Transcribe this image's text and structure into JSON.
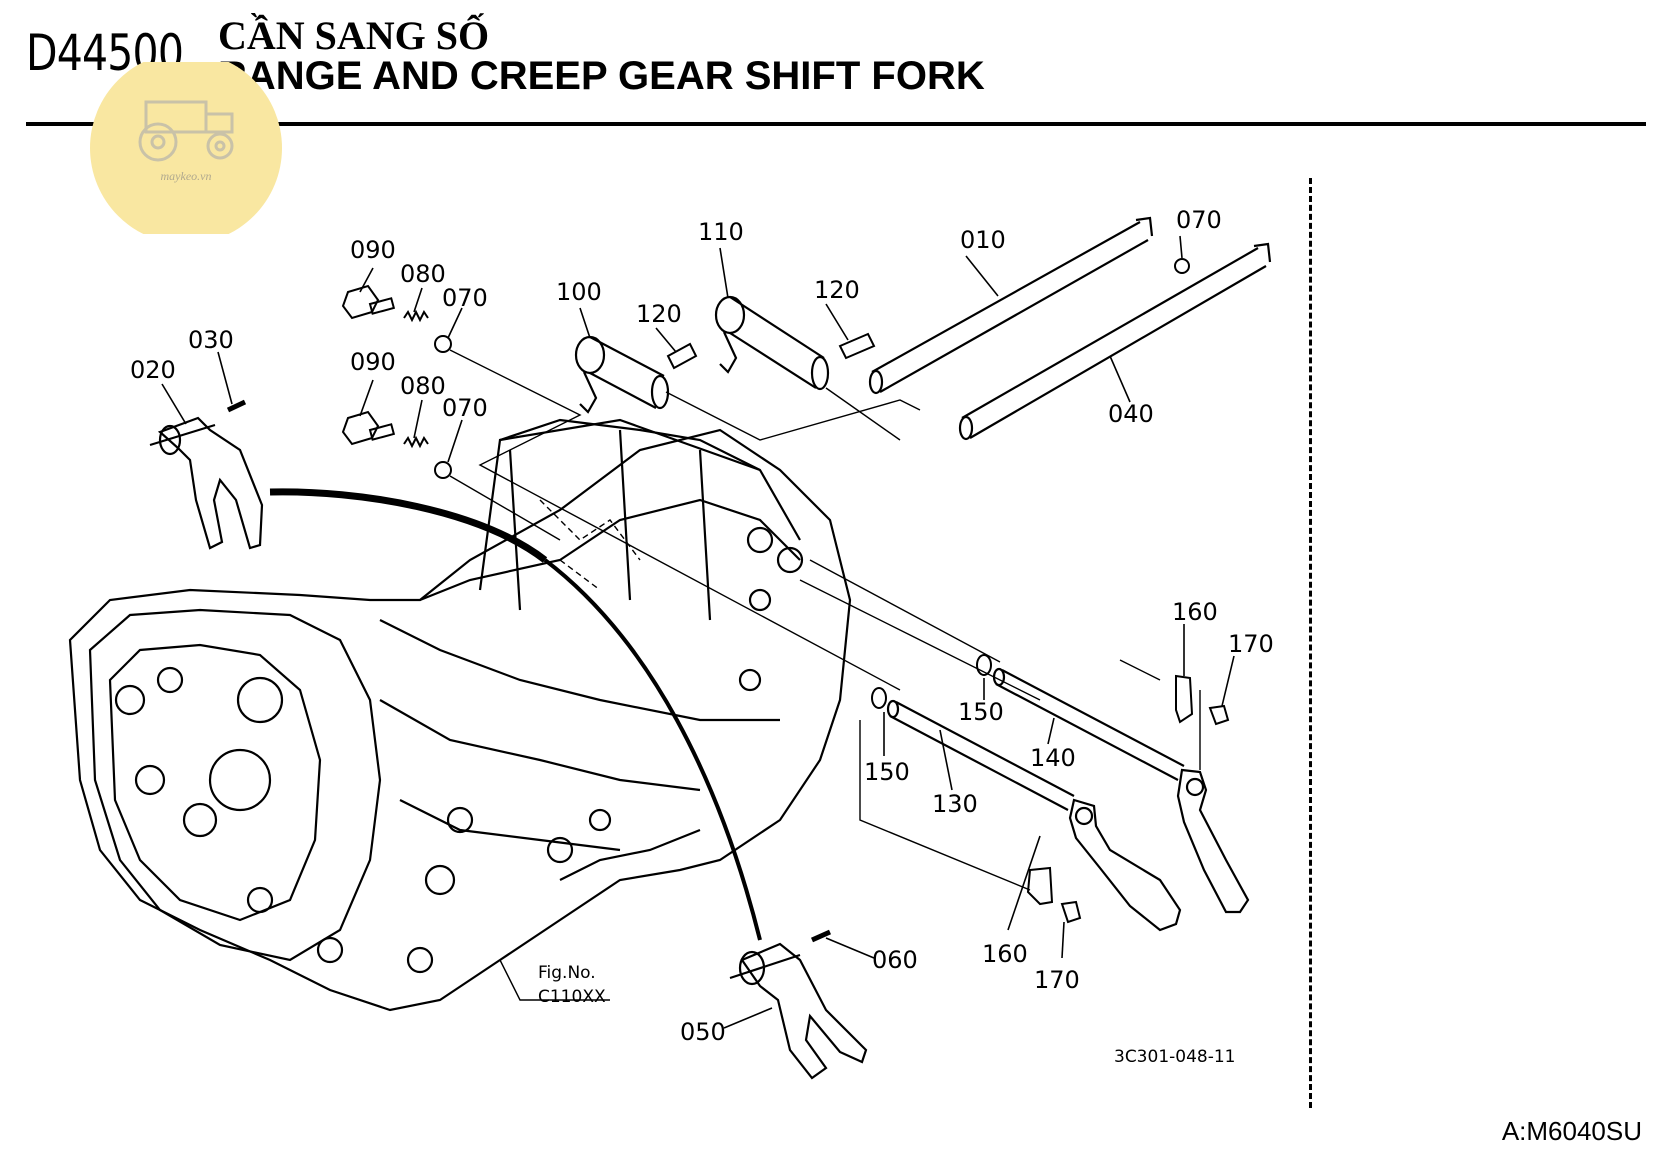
{
  "header": {
    "code": "D44500",
    "title_vi": "CẦN SANG SỐ",
    "title_en": "RANGE AND CREEP GEAR SHIFT FORK"
  },
  "watermark": {
    "text": "maykeo.vn",
    "icon": "tractor-icon",
    "color": "#f9e7a1"
  },
  "callouts": {
    "p010": "010",
    "p020": "020",
    "p030": "030",
    "p040": "040",
    "p050": "050",
    "p060": "060",
    "p070a": "070",
    "p070b": "070",
    "p070c": "070",
    "p080a": "080",
    "p080b": "080",
    "p090a": "090",
    "p090b": "090",
    "p100": "100",
    "p110": "110",
    "p120a": "120",
    "p120b": "120",
    "p130": "130",
    "p140": "140",
    "p150a": "150",
    "p150b": "150",
    "p160a": "160",
    "p160b": "160",
    "p170a": "170",
    "p170b": "170"
  },
  "fig_ref": {
    "line1": "Fig.No.",
    "line2": "C110XX"
  },
  "drawing_no": "3C301-048-11",
  "model": "A:M6040SU"
}
